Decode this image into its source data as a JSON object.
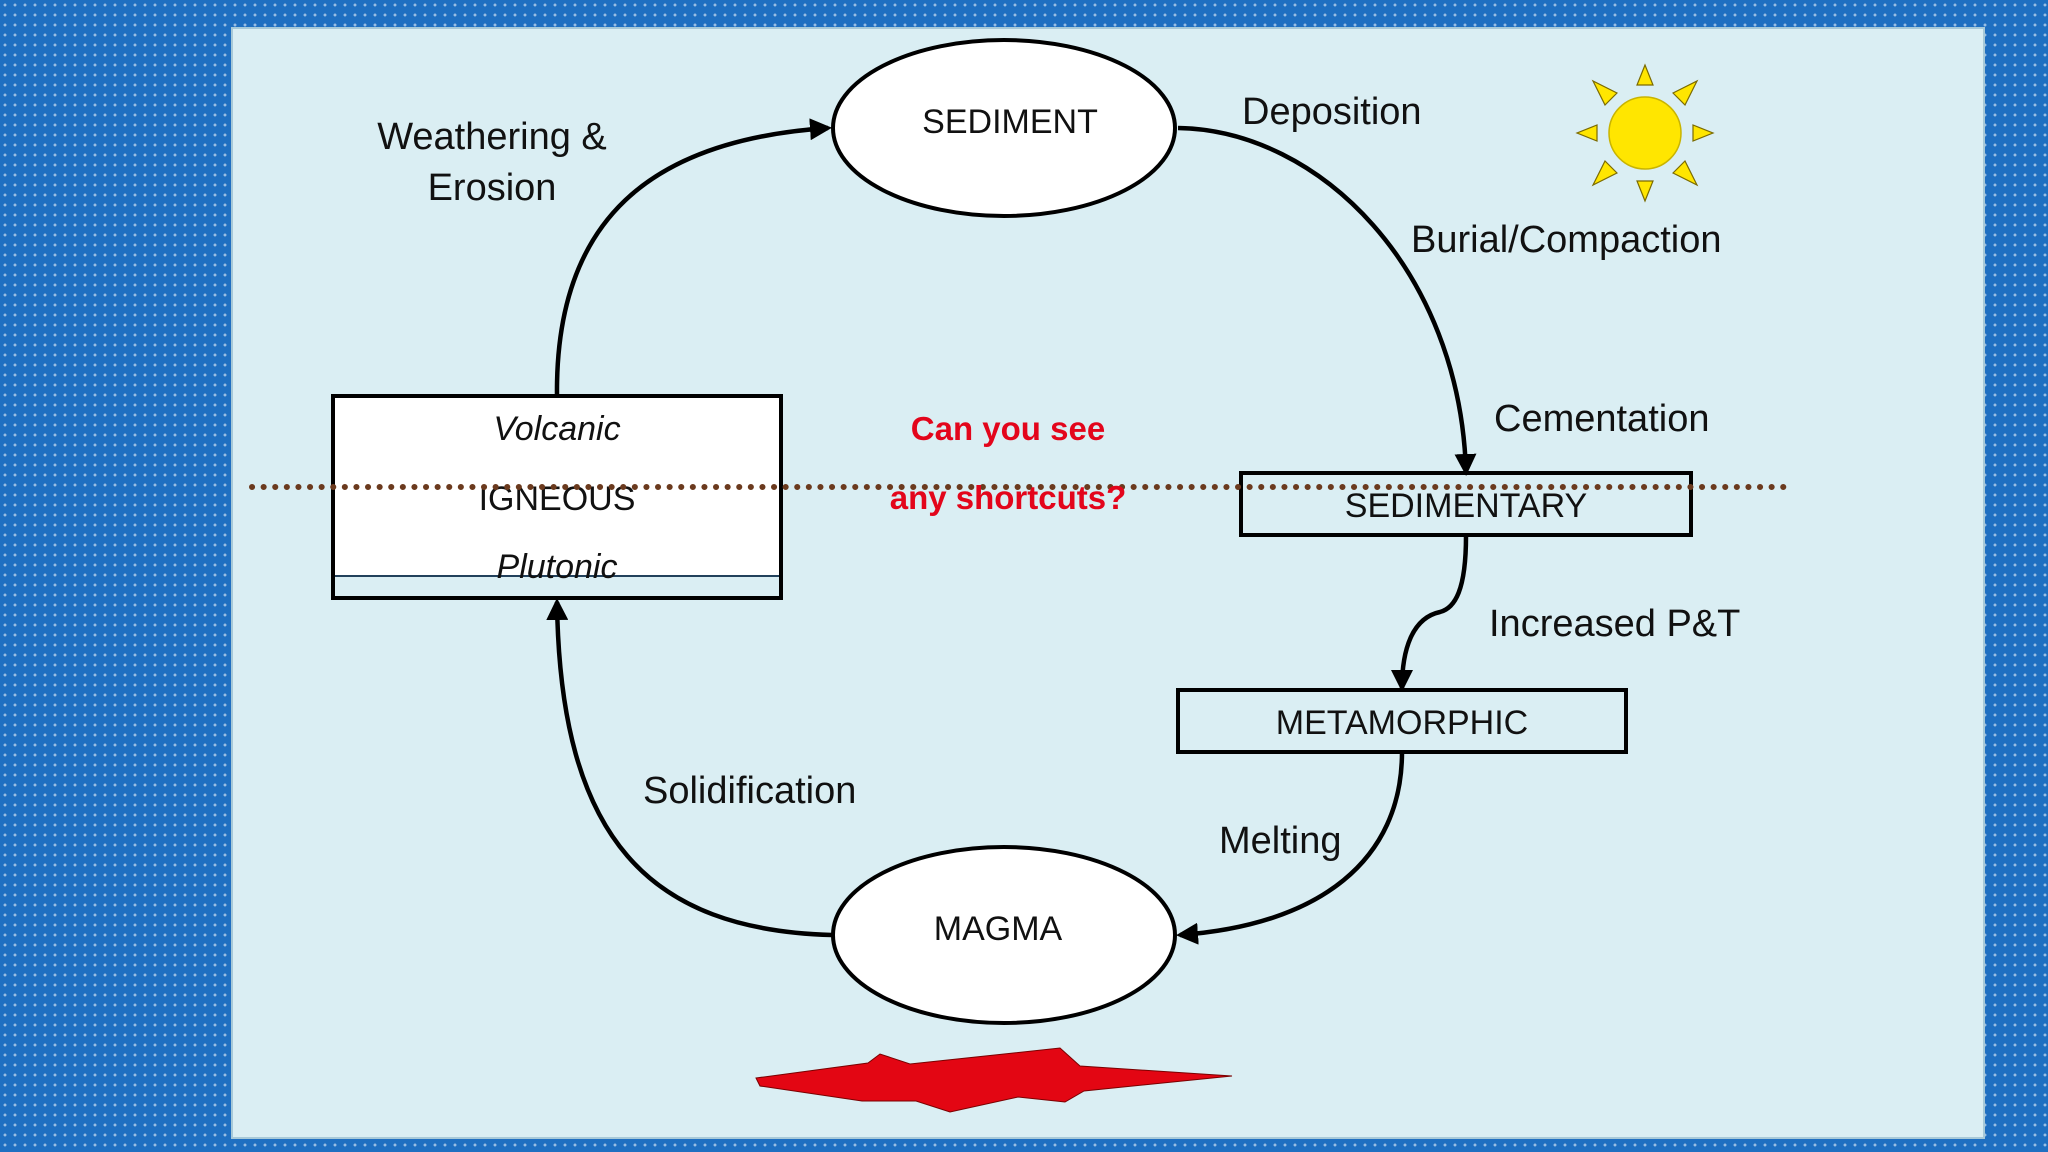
{
  "nodes": {
    "sediment": "SEDIMENT",
    "sedimentary": "SEDIMENTARY",
    "metamorphic": "METAMORPHIC",
    "magma": "MAGMA",
    "igneous": "IGNEOUS",
    "volcanic": "Volcanic",
    "plutonic": "Plutonic"
  },
  "processes": {
    "weathering_line1": "Weathering &",
    "weathering_line2": "Erosion",
    "deposition": "Deposition",
    "burial": "Burial/Compaction",
    "cementation": "Cementation",
    "increased_pt": "Increased P&T",
    "melting": "Melting",
    "solidification": "Solidification"
  },
  "question": {
    "line1": "Can you see",
    "line2": "any shortcuts?"
  },
  "icons": {
    "sun": "sun-icon",
    "heat": "heat-burst-icon"
  },
  "colors": {
    "panel": "#daeef3",
    "question": "#e3051b",
    "sun": "#ffe600",
    "heat": "#e30613",
    "surface_line": "#6b3a1e"
  }
}
